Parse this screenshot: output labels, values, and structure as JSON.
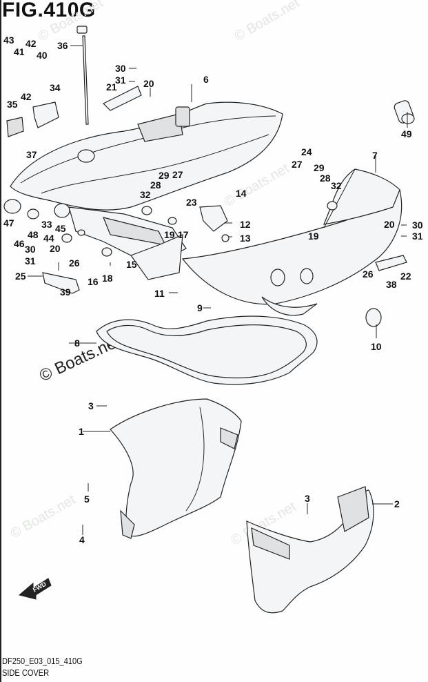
{
  "figure": {
    "title": "FIG.410G",
    "diagram_code": "DF250_E03_015_410G",
    "section_name": "SIDE COVER",
    "forward_indicator": "FWD",
    "watermark": "© Boats.net"
  },
  "callouts": [
    {
      "id": "1"
    },
    {
      "id": "2"
    },
    {
      "id": "3"
    },
    {
      "id": "3b",
      "text": "3"
    },
    {
      "id": "4"
    },
    {
      "id": "5"
    },
    {
      "id": "6"
    },
    {
      "id": "7"
    },
    {
      "id": "8"
    },
    {
      "id": "9"
    },
    {
      "id": "10"
    },
    {
      "id": "11"
    },
    {
      "id": "12"
    },
    {
      "id": "13"
    },
    {
      "id": "14"
    },
    {
      "id": "15"
    },
    {
      "id": "16"
    },
    {
      "id": "17"
    },
    {
      "id": "18"
    },
    {
      "id": "19"
    },
    {
      "id": "19b",
      "text": "19"
    },
    {
      "id": "20"
    },
    {
      "id": "20b",
      "text": "20"
    },
    {
      "id": "20c",
      "text": "20"
    },
    {
      "id": "21"
    },
    {
      "id": "22"
    },
    {
      "id": "23"
    },
    {
      "id": "24"
    },
    {
      "id": "25"
    },
    {
      "id": "26"
    },
    {
      "id": "26b",
      "text": "26"
    },
    {
      "id": "27"
    },
    {
      "id": "27b",
      "text": "27"
    },
    {
      "id": "28"
    },
    {
      "id": "28b",
      "text": "28"
    },
    {
      "id": "29"
    },
    {
      "id": "29b",
      "text": "29"
    },
    {
      "id": "30"
    },
    {
      "id": "30b",
      "text": "30"
    },
    {
      "id": "30c",
      "text": "30"
    },
    {
      "id": "31"
    },
    {
      "id": "31b",
      "text": "31"
    },
    {
      "id": "31c",
      "text": "31"
    },
    {
      "id": "32"
    },
    {
      "id": "32b",
      "text": "32"
    },
    {
      "id": "33"
    },
    {
      "id": "34"
    },
    {
      "id": "35"
    },
    {
      "id": "36"
    },
    {
      "id": "37"
    },
    {
      "id": "38"
    },
    {
      "id": "39"
    },
    {
      "id": "40"
    },
    {
      "id": "41"
    },
    {
      "id": "42"
    },
    {
      "id": "42b",
      "text": "42"
    },
    {
      "id": "43"
    },
    {
      "id": "44"
    },
    {
      "id": "45"
    },
    {
      "id": "46"
    },
    {
      "id": "47"
    },
    {
      "id": "48"
    },
    {
      "id": "49"
    }
  ],
  "labels": {
    "l1": "1",
    "l2": "2",
    "l3": "3",
    "l3b": "3",
    "l4": "4",
    "l5": "5",
    "l6": "6",
    "l7": "7",
    "l8": "8",
    "l9": "9",
    "l10": "10",
    "l11": "11",
    "l12": "12",
    "l13": "13",
    "l14": "14",
    "l15": "15",
    "l16": "16",
    "l17": "17",
    "l18": "18",
    "l19": "19",
    "l19b": "19",
    "l20": "20",
    "l20b": "20",
    "l20c": "20",
    "l21": "21",
    "l22": "22",
    "l23": "23",
    "l24": "24",
    "l25": "25",
    "l26": "26",
    "l26b": "26",
    "l27": "27",
    "l27b": "27",
    "l28": "28",
    "l28b": "28",
    "l29": "29",
    "l29b": "29",
    "l30": "30",
    "l30b": "30",
    "l30c": "30",
    "l31": "31",
    "l31b": "31",
    "l31c": "31",
    "l32": "32",
    "l32b": "32",
    "l33": "33",
    "l34": "34",
    "l35": "35",
    "l36": "36",
    "l37": "37",
    "l38": "38",
    "l39": "39",
    "l40": "40",
    "l41": "41",
    "l42": "42",
    "l42b": "42",
    "l43": "43",
    "l44": "44",
    "l45": "45",
    "l46": "46",
    "l47": "47",
    "l48": "48",
    "l49": "49"
  }
}
